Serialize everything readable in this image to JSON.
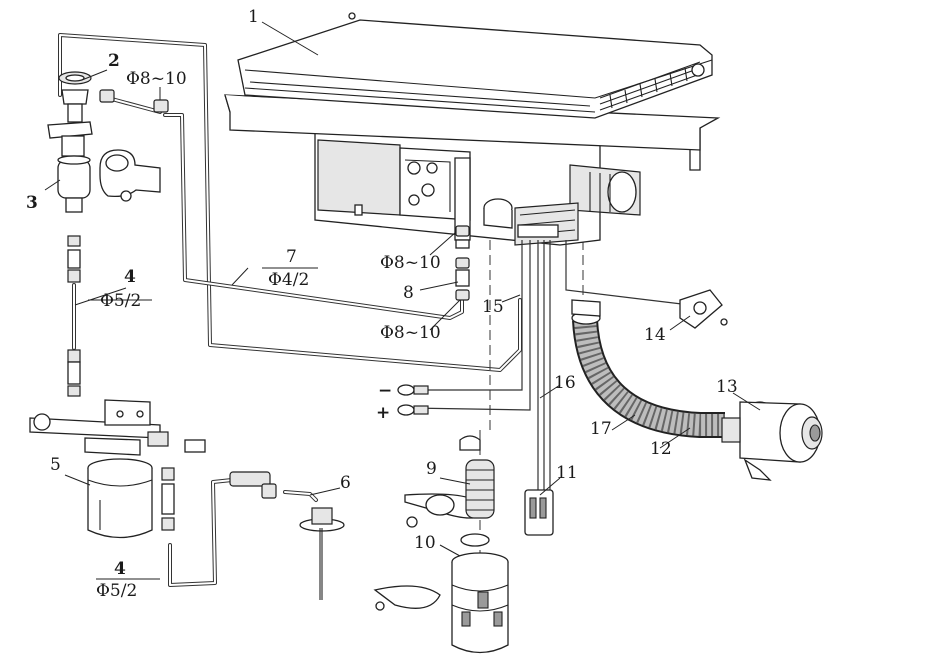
{
  "labels": {
    "l1": "1",
    "l2": "2",
    "l3": "3",
    "l4a": "4",
    "l4a_size": "Φ5/2",
    "l4b": "4",
    "l4b_size": "Φ5/2",
    "l5": "5",
    "l6": "6",
    "l7": "7",
    "l7_size": "Φ4/2",
    "l8": "8",
    "l8_size_top": "Φ8~10",
    "l8_size_bottom": "Φ8~10",
    "l2_size": "Φ8~10",
    "l9": "9",
    "l10": "10",
    "l11": "11",
    "l12": "12",
    "l13": "13",
    "l14": "14",
    "l15": "15",
    "l16": "16",
    "l17": "17",
    "minus": "−",
    "plus": "+"
  }
}
